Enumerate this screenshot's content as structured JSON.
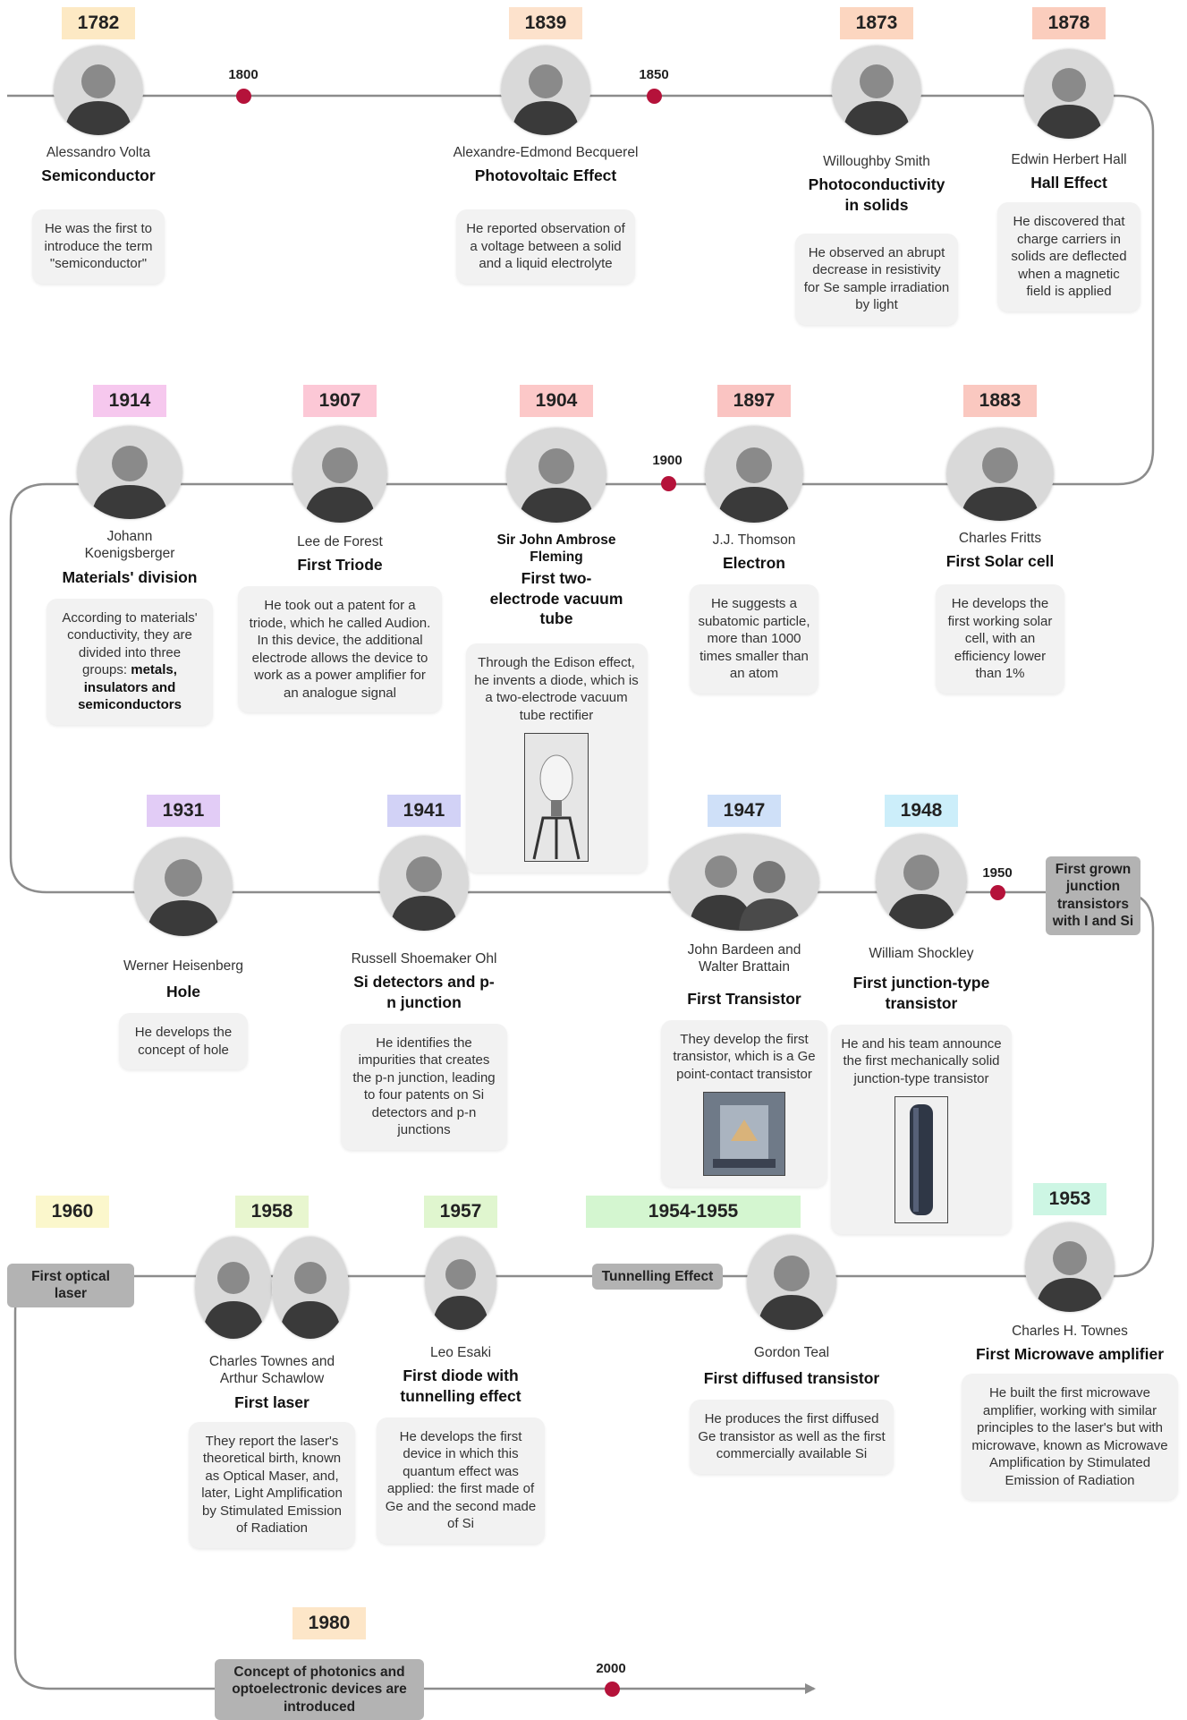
{
  "colors": {
    "line": "#8c8c8c",
    "dot": "#b5123a",
    "panel": "#f2f2f2",
    "gray_box": "#b3b3b3"
  },
  "decades": [
    {
      "label": "1800"
    },
    {
      "label": "1850"
    },
    {
      "label": "1900"
    },
    {
      "label": "1950"
    },
    {
      "label": "2000"
    }
  ],
  "events": {
    "volta": {
      "year": "1782",
      "year_color": "#fde9c4",
      "name": "Alessandro Volta",
      "title": "Semiconductor",
      "desc": "He was the first to introduce the term \"semiconductor\""
    },
    "becquerel": {
      "year": "1839",
      "year_color": "#fde2cc",
      "name": "Alexandre-Edmond Becquerel",
      "title": "Photovoltaic Effect",
      "desc": "He reported observation of a voltage between a solid and a liquid electrolyte"
    },
    "smith": {
      "year": "1873",
      "year_color": "#fcd6c0",
      "name": "Willoughby Smith",
      "title": "Photoconductivity in solids",
      "desc": "He observed an abrupt decrease in resistivity for Se sample irradiation by light"
    },
    "hall": {
      "year": "1878",
      "year_color": "#fbcdbd",
      "name": "Edwin Herbert Hall",
      "title": "Hall Effect",
      "desc": "He discovered that charge carriers in solids are deflected when a magnetic field is applied"
    },
    "fritts": {
      "year": "1883",
      "year_color": "#fac8c0",
      "name": "Charles Fritts",
      "title": "First Solar cell",
      "desc": "He develops the first working solar cell, with an efficiency lower than 1%"
    },
    "thomson": {
      "year": "1897",
      "year_color": "#fac4c2",
      "name": "J.J. Thomson",
      "title": "Electron",
      "desc": "He suggests a subatomic particle, more than 1000 times smaller than an atom"
    },
    "fleming": {
      "year": "1904",
      "year_color": "#fcc8c8",
      "name": "Sir John Ambrose Fleming",
      "title": "First two-electrode vacuum tube",
      "desc": "Through the Edison effect, he invents a diode, which is a two-electrode vacuum tube rectifier"
    },
    "forest": {
      "year": "1907",
      "year_color": "#fcc8d6",
      "name": "Lee de Forest",
      "title": "First Triode",
      "desc": "He took out a patent for a triode, which he called Audion. In this device, the additional electrode allows the device to work as a power amplifier for an analogue signal"
    },
    "koenigsberger": {
      "year": "1914",
      "year_color": "#f6c8ee",
      "name": "Johann Koenigsberger",
      "title": "Materials' division",
      "desc": "According to materials' conductivity, they are divided into three groups:",
      "desc_bold": "metals, insulators and semiconductors"
    },
    "heisenberg": {
      "year": "1931",
      "year_color": "#e2ccf6",
      "name": "Werner Heisenberg",
      "title": "Hole",
      "desc": "He develops the concept of hole"
    },
    "ohl": {
      "year": "1941",
      "year_color": "#d2d2f6",
      "name": "Russell Shoemaker Ohl",
      "title": "Si detectors and p-n junction",
      "desc": "He identifies the impurities that creates the p-n junction, leading to four patents on Si detectors and p-n junctions"
    },
    "bardeen": {
      "year": "1947",
      "year_color": "#cfe0f8",
      "name": "John Bardeen and Walter Brattain",
      "title": "First Transistor",
      "desc": "They develop the first transistor, which is a Ge point-contact transistor"
    },
    "shockley": {
      "year": "1948",
      "year_color": "#cceefa",
      "name": "William Shockley",
      "title": "First junction-type transistor",
      "desc": "He and his team announce the first mechanically solid junction-type transistor"
    },
    "townes53": {
      "year": "1953",
      "year_color": "#cdf6e4",
      "name": "Charles H. Townes",
      "title": "First Microwave amplifier",
      "desc": "He built the first microwave amplifier, working with similar principles to the laser's but with microwave, known as Microwave Amplification by Stimulated Emission of Radiation"
    },
    "teal": {
      "year": "1954-1955",
      "year_color": "#d4f6d0",
      "name": "Gordon Teal",
      "title": "First diffused transistor",
      "desc": "He produces the first diffused Ge transistor as well as the first commercially available Si"
    },
    "esaki": {
      "year": "1957",
      "year_color": "#e0f6cf",
      "name": "Leo Esaki",
      "title": "First diode with tunnelling effect",
      "desc": "He develops the first device in which this quantum effect was applied: the first made of Ge and the second made of Si"
    },
    "laser": {
      "year": "1958",
      "year_color": "#e8f6cf",
      "name": "Charles Townes and Arthur Schawlow",
      "title": "First laser",
      "desc": "They report the laser's theoretical birth, known as Optical Maser, and, later, Light Amplification by Stimulated Emission of Radiation"
    }
  },
  "labels": {
    "grown": {
      "text": "First grown junction transistors with I and Si"
    },
    "tunnelling": {
      "text": "Tunnelling Effect"
    },
    "optical_laser": {
      "year": "1960",
      "year_color": "#fbf7cc",
      "text": "First optical laser"
    },
    "photonics": {
      "year": "1980",
      "year_color": "#fde6c8",
      "text": "Concept of photonics and optoelectronic devices are introduced"
    }
  }
}
